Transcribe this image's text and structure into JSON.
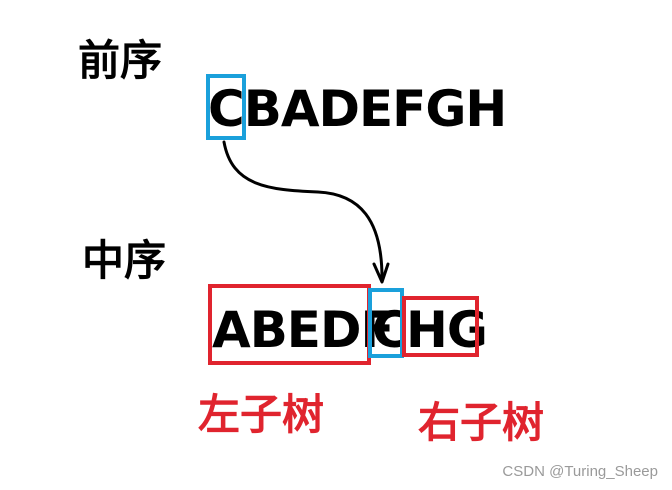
{
  "labels": {
    "preorder": "前序",
    "inorder": "中序",
    "left_subtree": "左子树",
    "right_subtree": "右子树"
  },
  "sequences": {
    "preorder_root": "C",
    "preorder_rest": "BADEFGH",
    "inorder_left": "ABEDF",
    "inorder_root": "C",
    "inorder_right": "HG"
  },
  "watermark": "CSDN @Turing_Sheep",
  "colors": {
    "root_highlight": "#1aa0db",
    "subtree_highlight": "#e0242e",
    "text": "#000000",
    "watermark": "#9a9a9a"
  }
}
